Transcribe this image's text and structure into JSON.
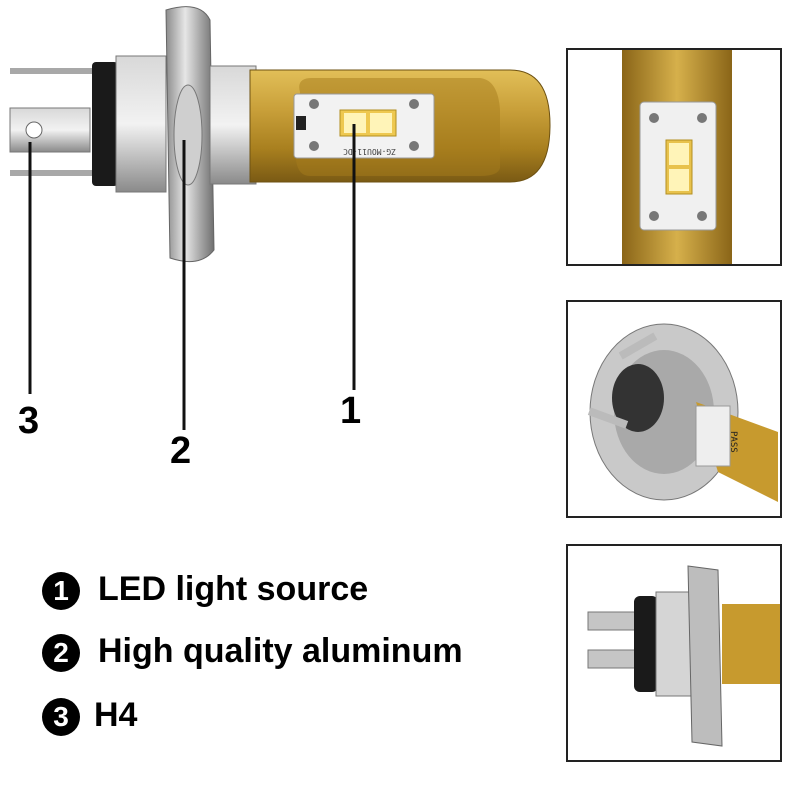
{
  "callouts": [
    "1",
    "2",
    "3"
  ],
  "legend": [
    {
      "number": "1",
      "label": "LED light source"
    },
    {
      "number": "2",
      "label": "High quality aluminum"
    },
    {
      "number": "3",
      "label": "H4"
    }
  ],
  "board_marking": "ZG-MOU11-DC",
  "plate_marking": "PASS",
  "colors": {
    "body_gold": "#c79a2e",
    "chrome": "#b9b9b9",
    "pcb_white": "#f2f2f2",
    "led_yellow": "#ffe98a",
    "text": "#000000"
  }
}
